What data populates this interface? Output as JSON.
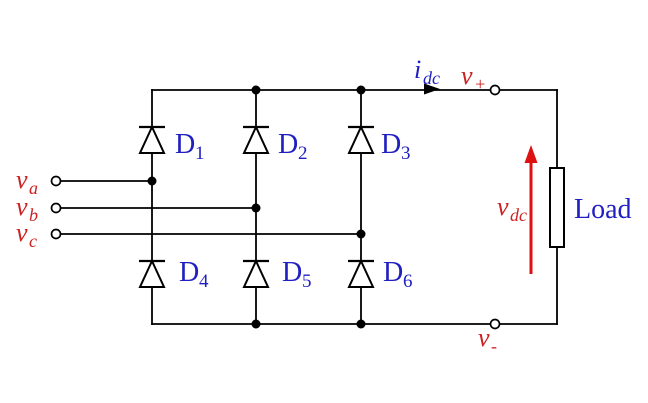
{
  "diagram_type": "three-phase diode bridge rectifier schematic",
  "colors": {
    "wire_black": "#000000",
    "device_label_blue": "#2020c0",
    "node_label_red": "#cc2222",
    "dc_arrow_red": "#dd1111",
    "background": "#ffffff"
  },
  "labels": {
    "phase_a": {
      "base": "v",
      "sub": "a"
    },
    "phase_b": {
      "base": "v",
      "sub": "b"
    },
    "phase_c": {
      "base": "v",
      "sub": "c"
    },
    "dc_current": {
      "base": "i",
      "sub": "dc"
    },
    "positive_terminal": {
      "base": "v",
      "sub": "+"
    },
    "negative_terminal": {
      "base": "v",
      "sub": "-"
    },
    "dc_voltage": {
      "base": "v",
      "sub": "dc"
    },
    "load": "Load",
    "diodes": [
      {
        "base": "D",
        "sub": "1"
      },
      {
        "base": "D",
        "sub": "2"
      },
      {
        "base": "D",
        "sub": "3"
      },
      {
        "base": "D",
        "sub": "4"
      },
      {
        "base": "D",
        "sub": "5"
      },
      {
        "base": "D",
        "sub": "6"
      }
    ]
  }
}
